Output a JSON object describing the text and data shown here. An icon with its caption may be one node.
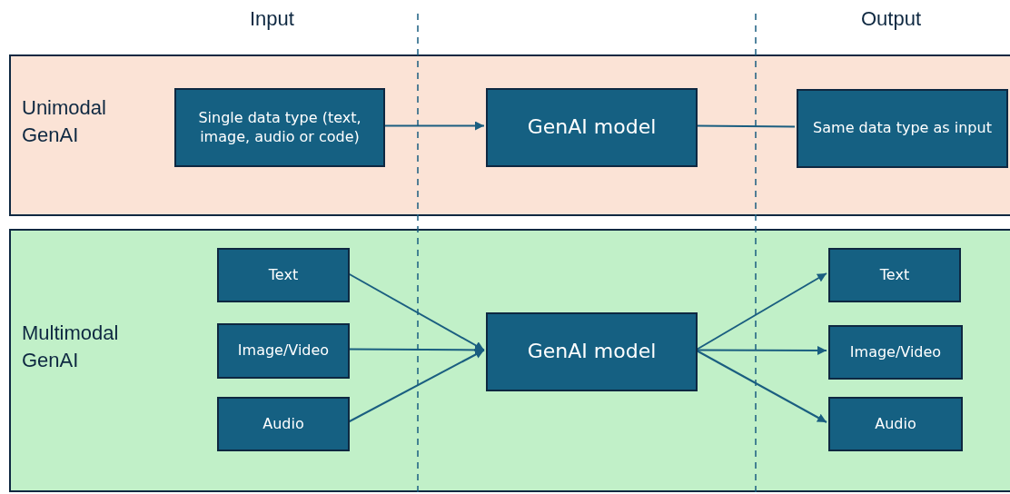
{
  "diagram": {
    "nodes": [
      {
        "text": [
          "Unimodal GenAI"
        ]
      },
      {
        "text": [
          "Single data type (text, image, audio or code)"
        ],
        "in": 0
      },
      {
        "text": [
          "GenAI model"
        ],
        "in": 0
      },
      {
        "text": [
          "Same data type as input"
        ],
        "in": 0
      },
      {
        "text": [
          "Multimodal GenAI"
        ]
      },
      {
        "text": [
          "Text"
        ],
        "in": 4
      },
      {
        "text": [
          "Image/Video"
        ],
        "in": 4
      },
      {
        "text": [
          "Audio"
        ],
        "in": 4
      },
      {
        "text": [
          "GenAI model"
        ],
        "in": 4
      },
      {
        "text": [
          "Text"
        ],
        "in": 4
      },
      {
        "text": [
          "Image/Video"
        ],
        "in": 4
      },
      {
        "text": [
          "Audio"
        ],
        "in": 4
      }
    ],
    "edges": [
      {
        "from": 1,
        "to": 2,
        "arrow": "to"
      },
      {
        "from": 2,
        "to": 3,
        "arrow": "none"
      },
      {
        "from": 5,
        "to": 8,
        "arrow": "to"
      },
      {
        "from": 6,
        "to": 8,
        "arrow": "to"
      },
      {
        "from": 7,
        "to": 8,
        "arrow": "to"
      },
      {
        "from": 8,
        "to": 9,
        "arrow": "to"
      },
      {
        "from": 8,
        "to": 10,
        "arrow": "to"
      },
      {
        "from": 8,
        "to": 11,
        "arrow": "to"
      }
    ],
    "labels": [
      "Input",
      "Output"
    ]
  }
}
